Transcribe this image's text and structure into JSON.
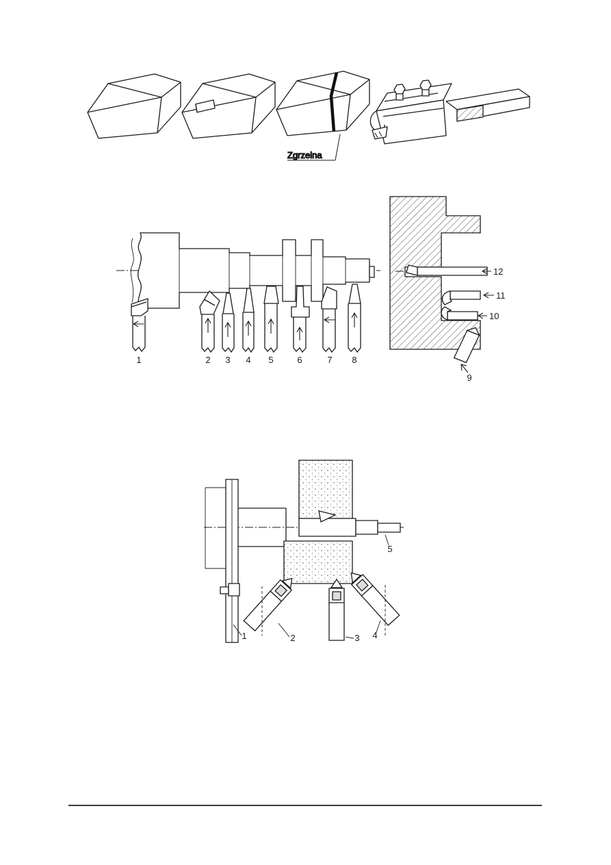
{
  "page": {
    "background": "#ffffff",
    "ink": "#1b1b1b"
  },
  "figures": {
    "tool_blanks": {
      "weld_label": "Zgrzeina"
    },
    "shaft_turning": {
      "tool_numbers": [
        "1",
        "2",
        "3",
        "4",
        "5",
        "6",
        "7",
        "8"
      ],
      "side_tool_numbers": [
        "12",
        "11",
        "10",
        "9"
      ]
    },
    "internal_machining": {
      "callout_numbers": [
        "1",
        "2",
        "3",
        "4",
        "5"
      ]
    }
  }
}
